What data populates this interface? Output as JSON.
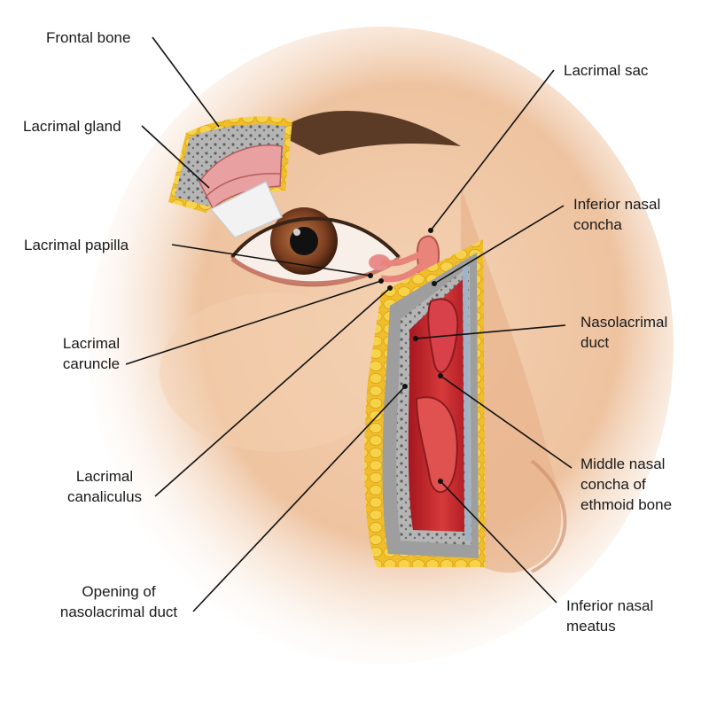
{
  "labels": {
    "frontal_bone": "Frontal bone",
    "lacrimal_gland": "Lacrimal gland",
    "lacrimal_papilla": "Lacrimal papilla",
    "lacrimal_caruncle_1": "Lacrimal",
    "lacrimal_caruncle_2": "caruncle",
    "lacrimal_canaliculus_1": "Lacrimal",
    "lacrimal_canaliculus_2": "canaliculus",
    "opening_1": "Opening of",
    "opening_2": "nasolacrimal duct",
    "lacrimal_sac": "Lacrimal sac",
    "inferior_nasal_concha_1": "Inferior nasal",
    "inferior_nasal_concha_2": "concha",
    "nasolacrimal_duct_1": "Nasolacrimal",
    "nasolacrimal_duct_2": "duct",
    "middle_nasal_concha_1": "Middle nasal",
    "middle_nasal_concha_2": "concha of",
    "middle_nasal_concha_3": "ethmoid bone",
    "inferior_nasal_meatus_1": "Inferior nasal",
    "inferior_nasal_meatus_2": "meatus"
  },
  "colors": {
    "skin": "#f0c9a8",
    "skin_shadow": "#d9a07c",
    "eyebrow": "#5b3b26",
    "iris": "#8a4a2a",
    "duct": "#e8847a",
    "nasal_cavity": "#c8252f",
    "fat": "#f2c432",
    "bone": "#9a9a9a",
    "leader": "#111111"
  }
}
